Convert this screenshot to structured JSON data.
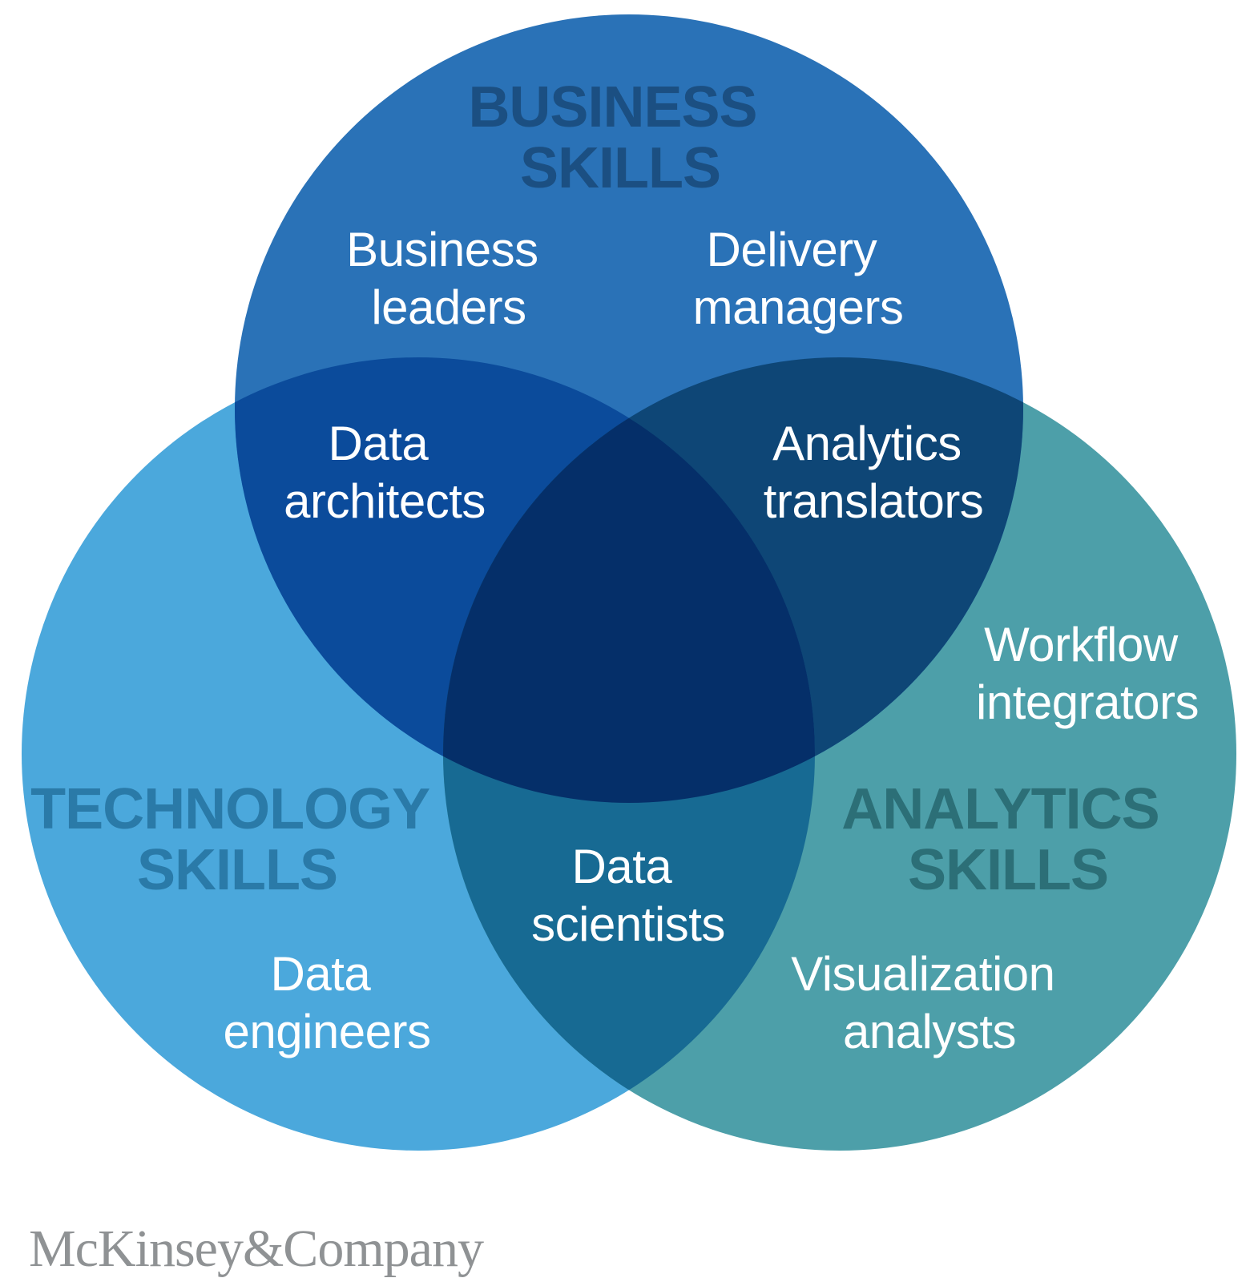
{
  "colors": {
    "business_circle": "#2a72b7",
    "technology_circle": "#4ba8dc",
    "analytics_circle": "#4d9fa9",
    "business_technology_overlap": "#0b4b9b",
    "business_analytics_overlap": "#0e4676",
    "technology_analytics_overlap": "#176a93",
    "center_overlap": "#052f69",
    "business_heading_text": "#1b4f82",
    "technology_heading_text": "#2a7aa8",
    "analytics_heading_text": "#2c6f77",
    "role_text": "#ffffff",
    "logo_text": "#8f9294"
  },
  "circles": {
    "business": {
      "title_line1": "BUSINESS",
      "title_line2": "SKILLS"
    },
    "technology": {
      "title_line1": "TECHNOLOGY",
      "title_line2": "SKILLS"
    },
    "analytics": {
      "title_line1": "ANALYTICS",
      "title_line2": "SKILLS"
    }
  },
  "roles": {
    "business_leaders": {
      "line1": "Business",
      "line2": "leaders"
    },
    "delivery_managers": {
      "line1": "Delivery",
      "line2": "managers"
    },
    "data_architects": {
      "line1": "Data",
      "line2": "architects"
    },
    "analytics_translators": {
      "line1": "Analytics",
      "line2": "translators"
    },
    "workflow_integrators": {
      "line1": "Workflow",
      "line2": "integrators"
    },
    "data_scientists": {
      "line1": "Data",
      "line2": "scientists"
    },
    "data_engineers": {
      "line1": "Data",
      "line2": "engineers"
    },
    "visualization_analysts": {
      "line1": "Visualization",
      "line2": "analysts"
    }
  },
  "logo": {
    "text": "McKinsey&Company"
  }
}
